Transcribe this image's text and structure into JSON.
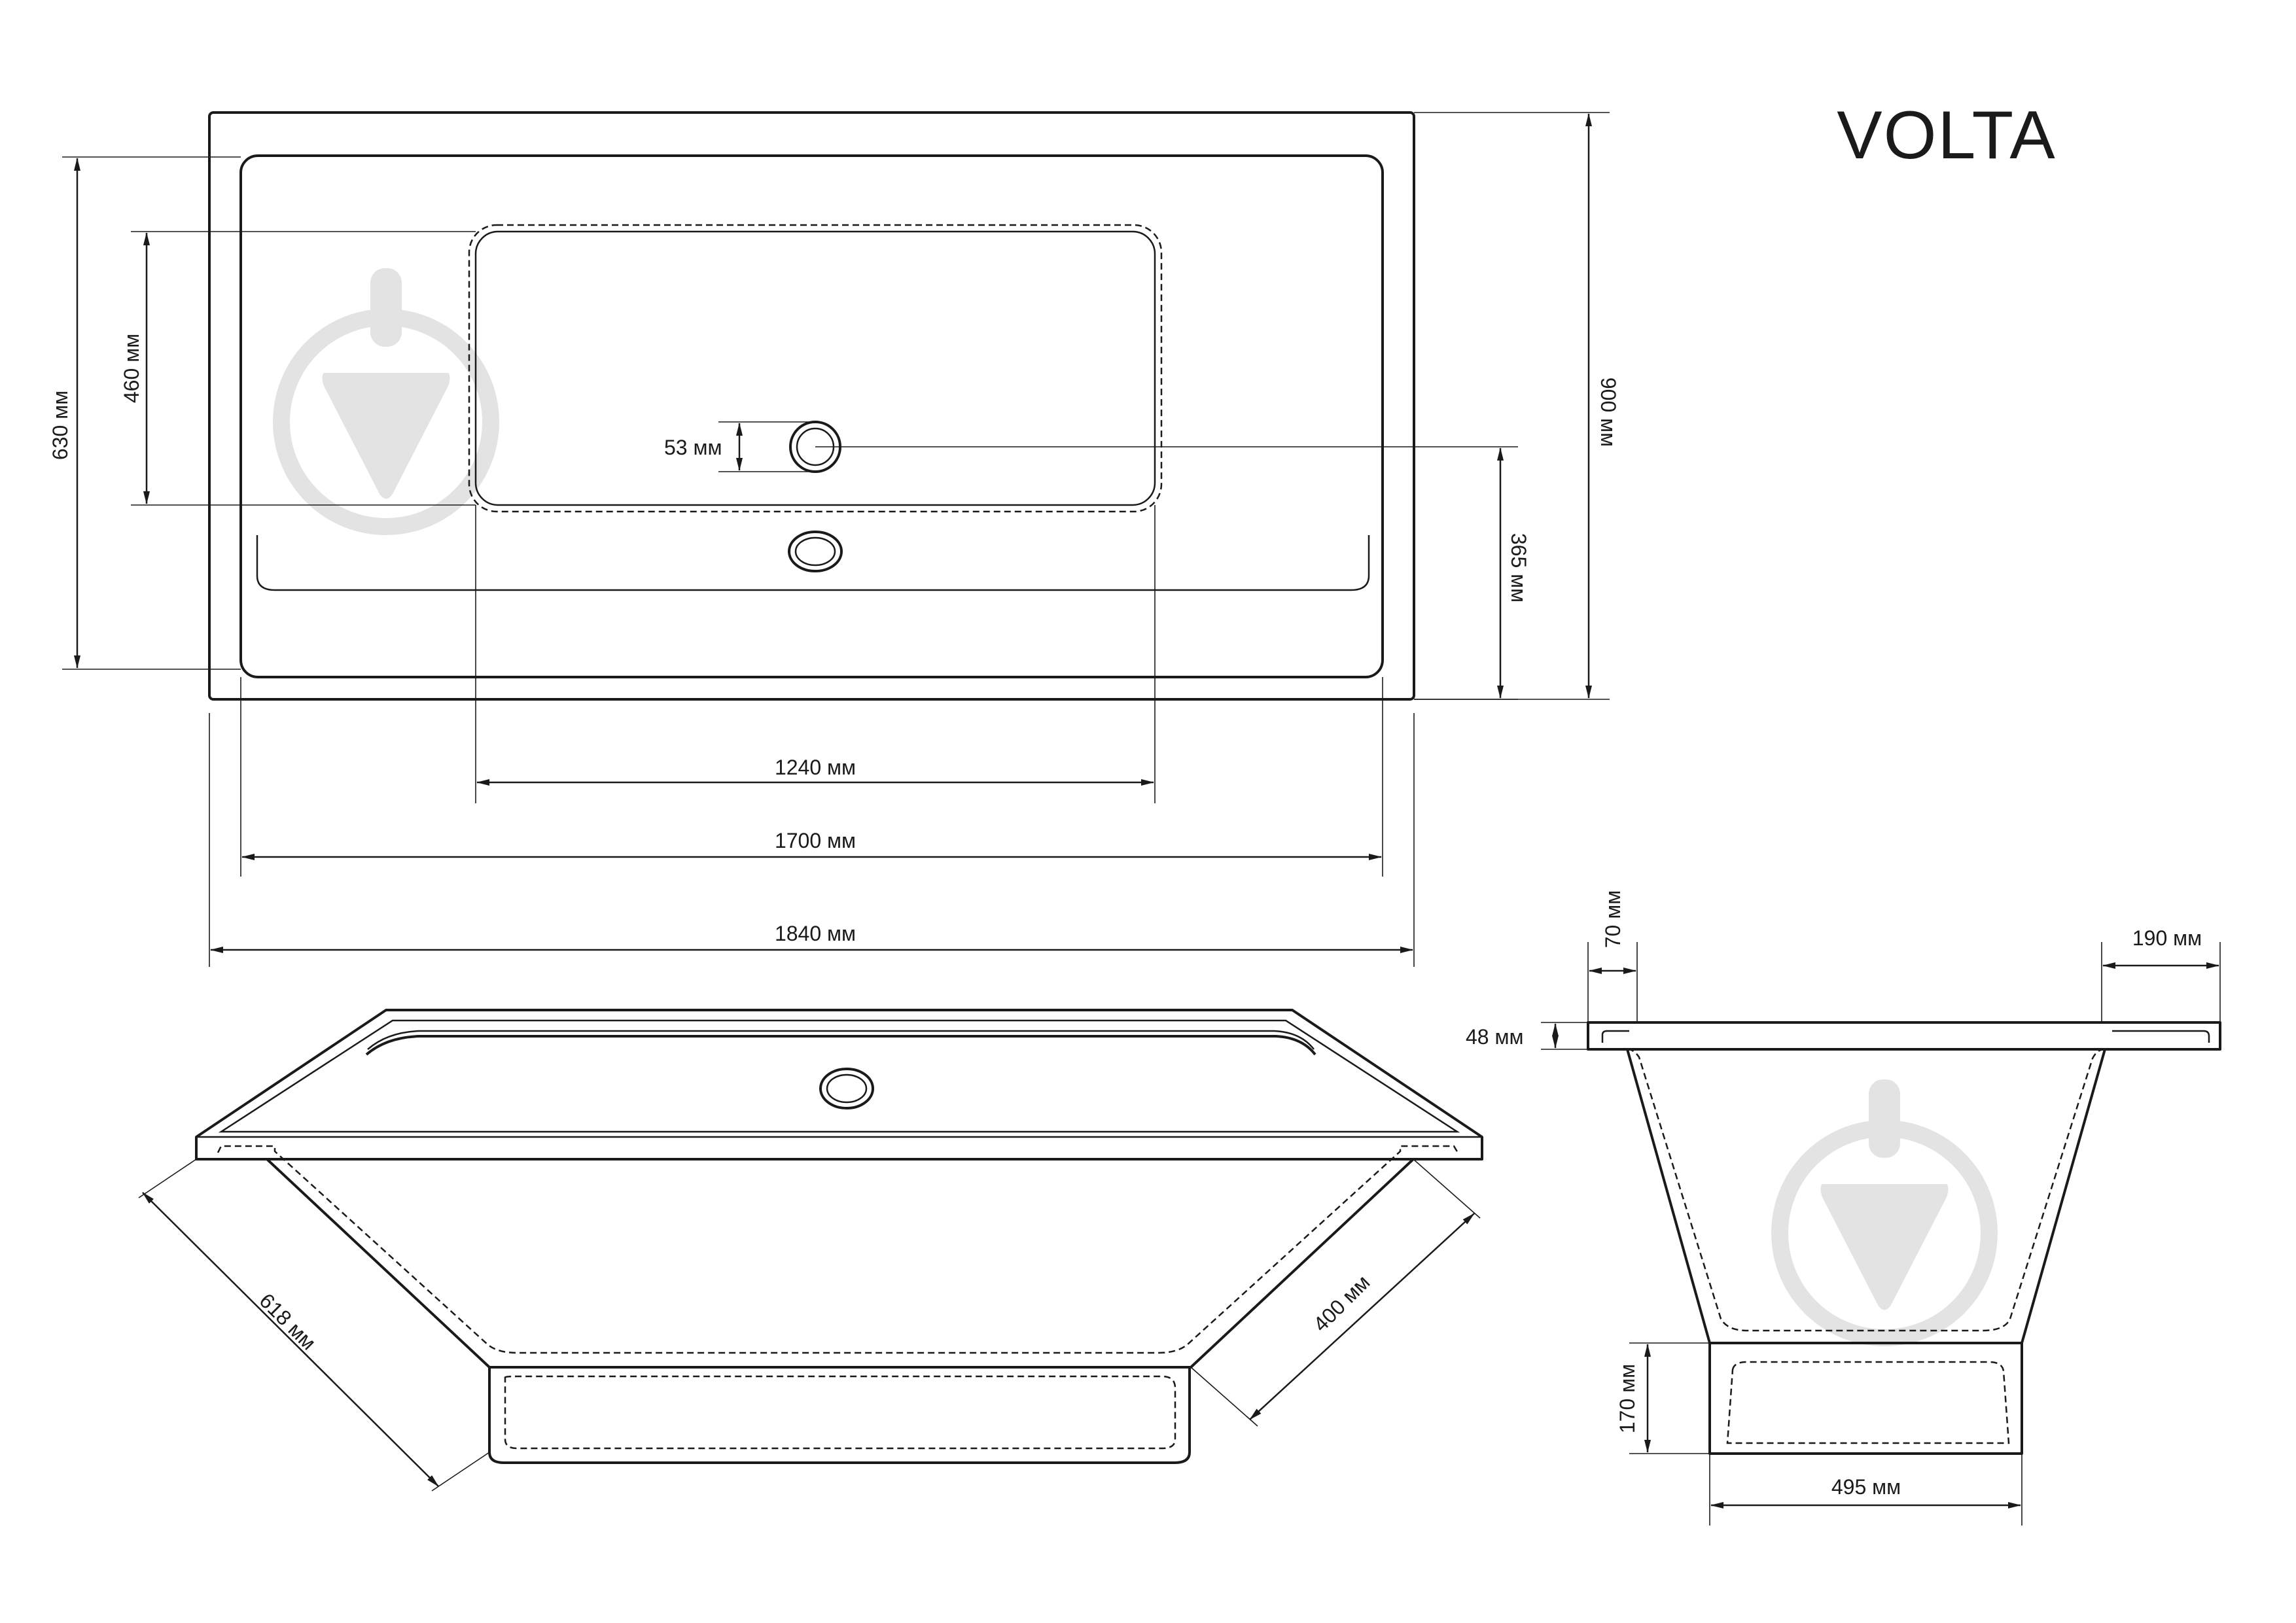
{
  "title": "VOLTA",
  "dimensions": {
    "length_total": "1840 мм",
    "length_inner": "1700 мм",
    "bottom_length": "1240 мм",
    "width_total": "900 мм",
    "width_inner": "630 мм",
    "bottom_width": "460 мм",
    "drain_diameter": "53 мм",
    "drain_offset": "365 мм",
    "slant_side": "618 мм",
    "slant_end": "400 мм",
    "rim_width_side": "70 мм",
    "rim_width_end": "190 мм",
    "rim_thickness": "48 мм",
    "base_height": "170 мм",
    "base_width": "495 мм"
  },
  "watermark_icons": [
    "watermark-logo-icon",
    "watermark-logo-icon"
  ],
  "colors": {
    "line": "#1a1a1a",
    "watermark": "#e3e3e3",
    "background": "#ffffff"
  }
}
